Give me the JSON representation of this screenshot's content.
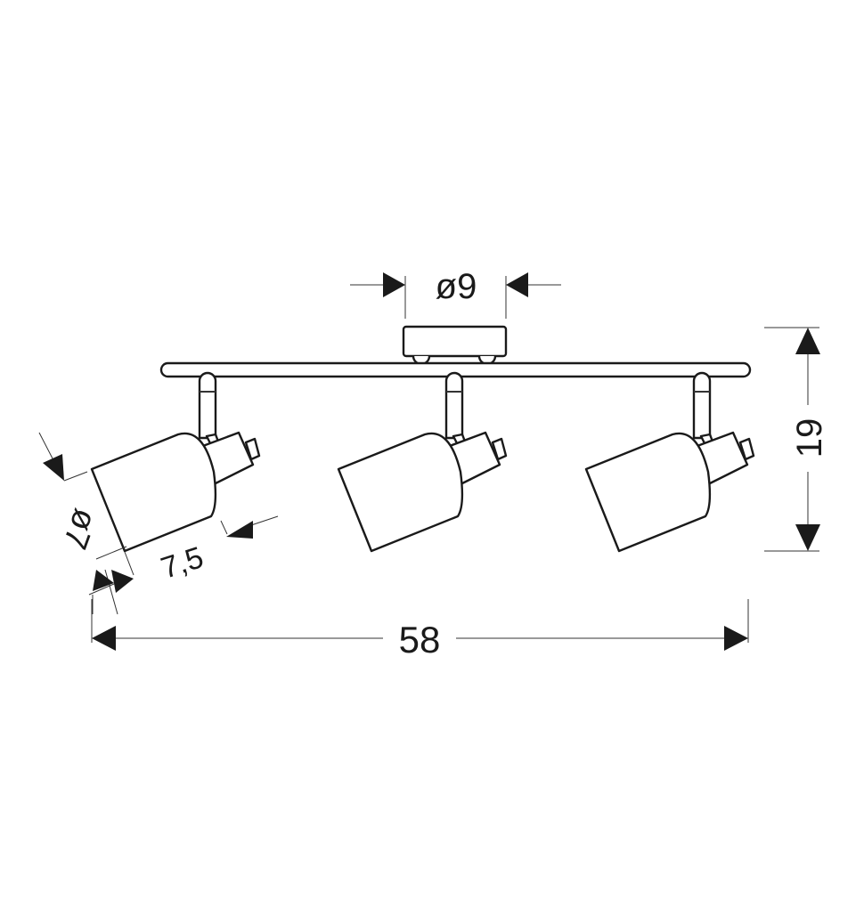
{
  "dimensions": {
    "canopy_diameter": "ø9",
    "height": "19",
    "width": "58",
    "shade_diameter": "ø7",
    "shade_length": "7,5"
  },
  "colors": {
    "line": "#1a1a1a",
    "background": "#ffffff"
  }
}
